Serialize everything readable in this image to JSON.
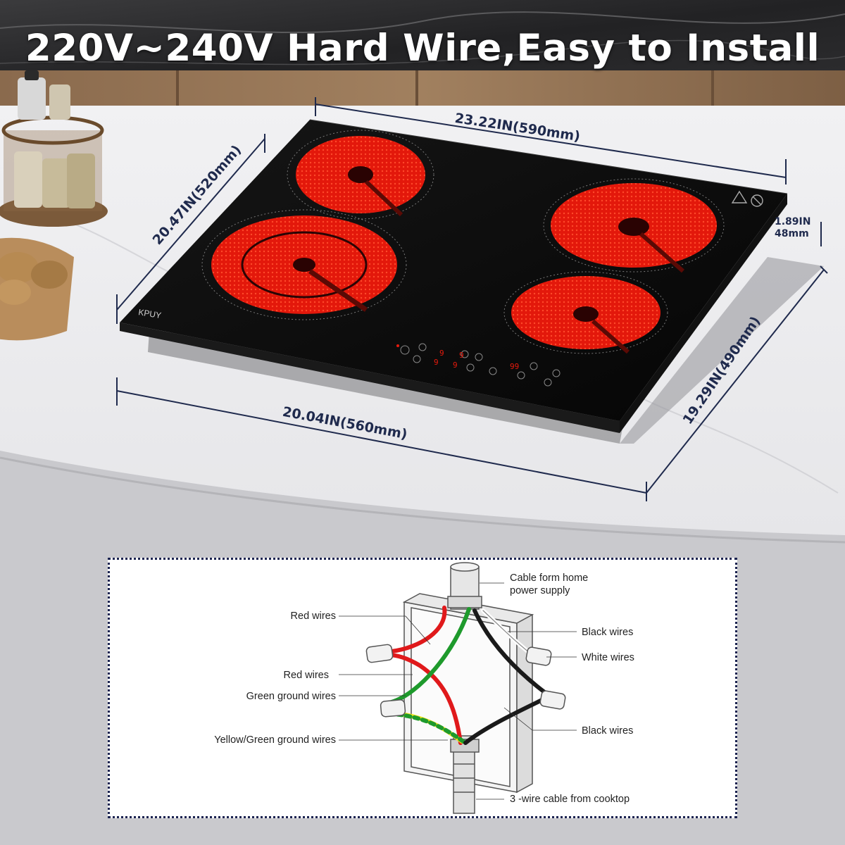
{
  "headline": "220V~240V Hard Wire,Easy to Install",
  "brand": "KPUY",
  "dimensions": {
    "top_width": "23.22IN(590mm)",
    "left_depth": "20.47IN(520mm)",
    "thickness_in": "1.89IN",
    "thickness_mm": "48mm",
    "cutout_width": "20.04IN(560mm)",
    "cutout_depth": "19.29IN(490mm)"
  },
  "display_digits": [
    "9",
    "9",
    "9",
    "9",
    "99"
  ],
  "wiring_diagram": {
    "labels": {
      "cable_home": [
        "Cable form home",
        "power supply"
      ],
      "red_wires_top": "Red wires",
      "red_wires_mid": "Red wires",
      "green_ground": "Green ground  wires",
      "yellow_green_ground": "Yellow/Green ground  wires",
      "black_wires_top": "Black wires",
      "white_wires": "White wires",
      "black_wires_bottom": "Black wires",
      "cooktop_cable": "3 -wire cable from cooktop"
    },
    "colors": {
      "red": "#e0191b",
      "green": "#1e9a2c",
      "yellow": "#f2e21a",
      "black": "#1a1a1a",
      "white": "#f5f5f5"
    }
  },
  "colors": {
    "glass": "#0b0b0b",
    "burner_red": "#e81a0c",
    "dimension_line": "#1f2a4d",
    "counter": "#e8e8ea"
  }
}
